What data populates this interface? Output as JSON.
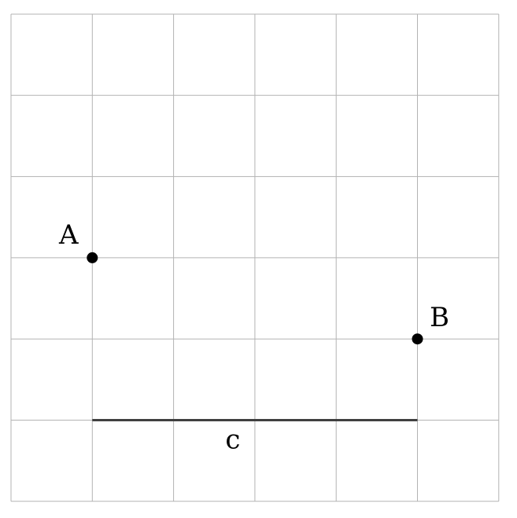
{
  "grid": {
    "columns": 6,
    "rows": 6,
    "line_color": "#b3b3b3"
  },
  "points": [
    {
      "id": "point-a",
      "label": "A",
      "col": 1,
      "row": 3
    },
    {
      "id": "point-b",
      "label": "B",
      "col": 5,
      "row": 4
    }
  ],
  "segment": {
    "label": "c",
    "from": {
      "col": 1,
      "row": 5
    },
    "to": {
      "col": 5,
      "row": 5
    },
    "color": "#404040"
  },
  "colors": {
    "point_fill": "#000000",
    "background": "#ffffff"
  }
}
